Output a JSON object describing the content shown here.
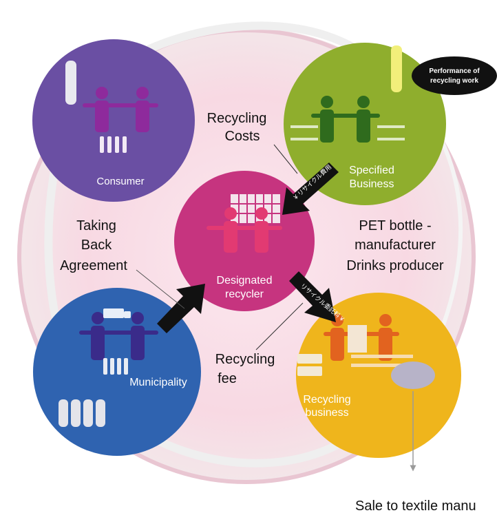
{
  "nodes": {
    "consumer": {
      "label": "Consumer",
      "color": "#6a4fa3"
    },
    "specified_business": {
      "label_lines": [
        "Specified",
        "Business"
      ],
      "color": "#8fae2d"
    },
    "designated_recycler": {
      "label_lines": [
        "Designated",
        "recycler"
      ],
      "color": "#c6347f"
    },
    "municipality": {
      "label": "Municipality",
      "color": "#2f63b0"
    },
    "recycling_business": {
      "label_lines": [
        "Recycling",
        "business"
      ],
      "color": "#efb51c"
    }
  },
  "captions": {
    "recycling_costs": [
      "Recycling",
      "Costs"
    ],
    "taking_back_agreement": [
      "Taking",
      "Back",
      "Agreement"
    ],
    "pet_bottle_manufacturer": [
      "PET bottle -",
      "manufacturer",
      "Drinks producer"
    ],
    "recycling_fee": [
      "Recycling",
      "fee"
    ],
    "sale_to_textile": "Sale to textile manu"
  },
  "tags": {
    "performance": [
      "Performance of",
      "recycling work"
    ]
  },
  "arrow_labels": {
    "costs_arrow": "¥ リサイクル費用",
    "fee_arrow": "リサイクル委託料 ¥"
  }
}
